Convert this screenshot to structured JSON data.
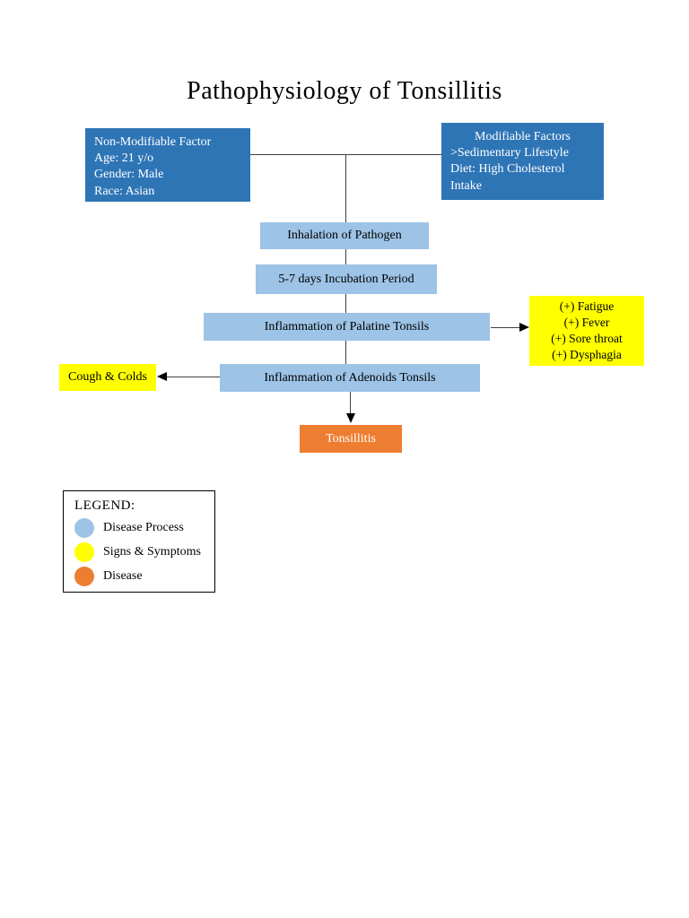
{
  "title": "Pathophysiology of Tonsillitis",
  "nodes": {
    "non_modifiable": {
      "line1": "Non-Modifiable Factor",
      "line2": "Age: 21 y/o",
      "line3": "Gender: Male",
      "line4": "Race: Asian"
    },
    "modifiable": {
      "line1": "Modifiable Factors",
      "line2": ">Sedimentary Lifestyle",
      "line3": "Diet: High Cholesterol",
      "line4": "Intake"
    },
    "inhalation": {
      "label": "Inhalation of Pathogen"
    },
    "incubation": {
      "label": "5-7 days Incubation Period"
    },
    "palatine": {
      "label": "Inflammation of Palatine Tonsils"
    },
    "adenoids": {
      "label": "Inflammation of Adenoids Tonsils"
    },
    "symptoms": {
      "line1": "(+) Fatigue",
      "line2": "(+) Fever",
      "line3": "(+) Sore throat",
      "line4": "(+) Dysphagia"
    },
    "cough": {
      "label": "Cough & Colds"
    },
    "tonsillitis": {
      "label": "Tonsillitis"
    }
  },
  "legend": {
    "title": "LEGEND:",
    "items": [
      {
        "label": "Disease Process",
        "color": "#9DC3E6"
      },
      {
        "label": "Signs & Symptoms",
        "color": "#FFFF00"
      },
      {
        "label": "Disease",
        "color": "#ED7D31"
      }
    ]
  },
  "colors": {
    "factor_box": "#2E75B6",
    "disease_process": "#9DC3E6",
    "signs_symptoms": "#FFFF00",
    "disease": "#ED7D31",
    "connector": "#404040",
    "arrowhead": "#000000"
  }
}
